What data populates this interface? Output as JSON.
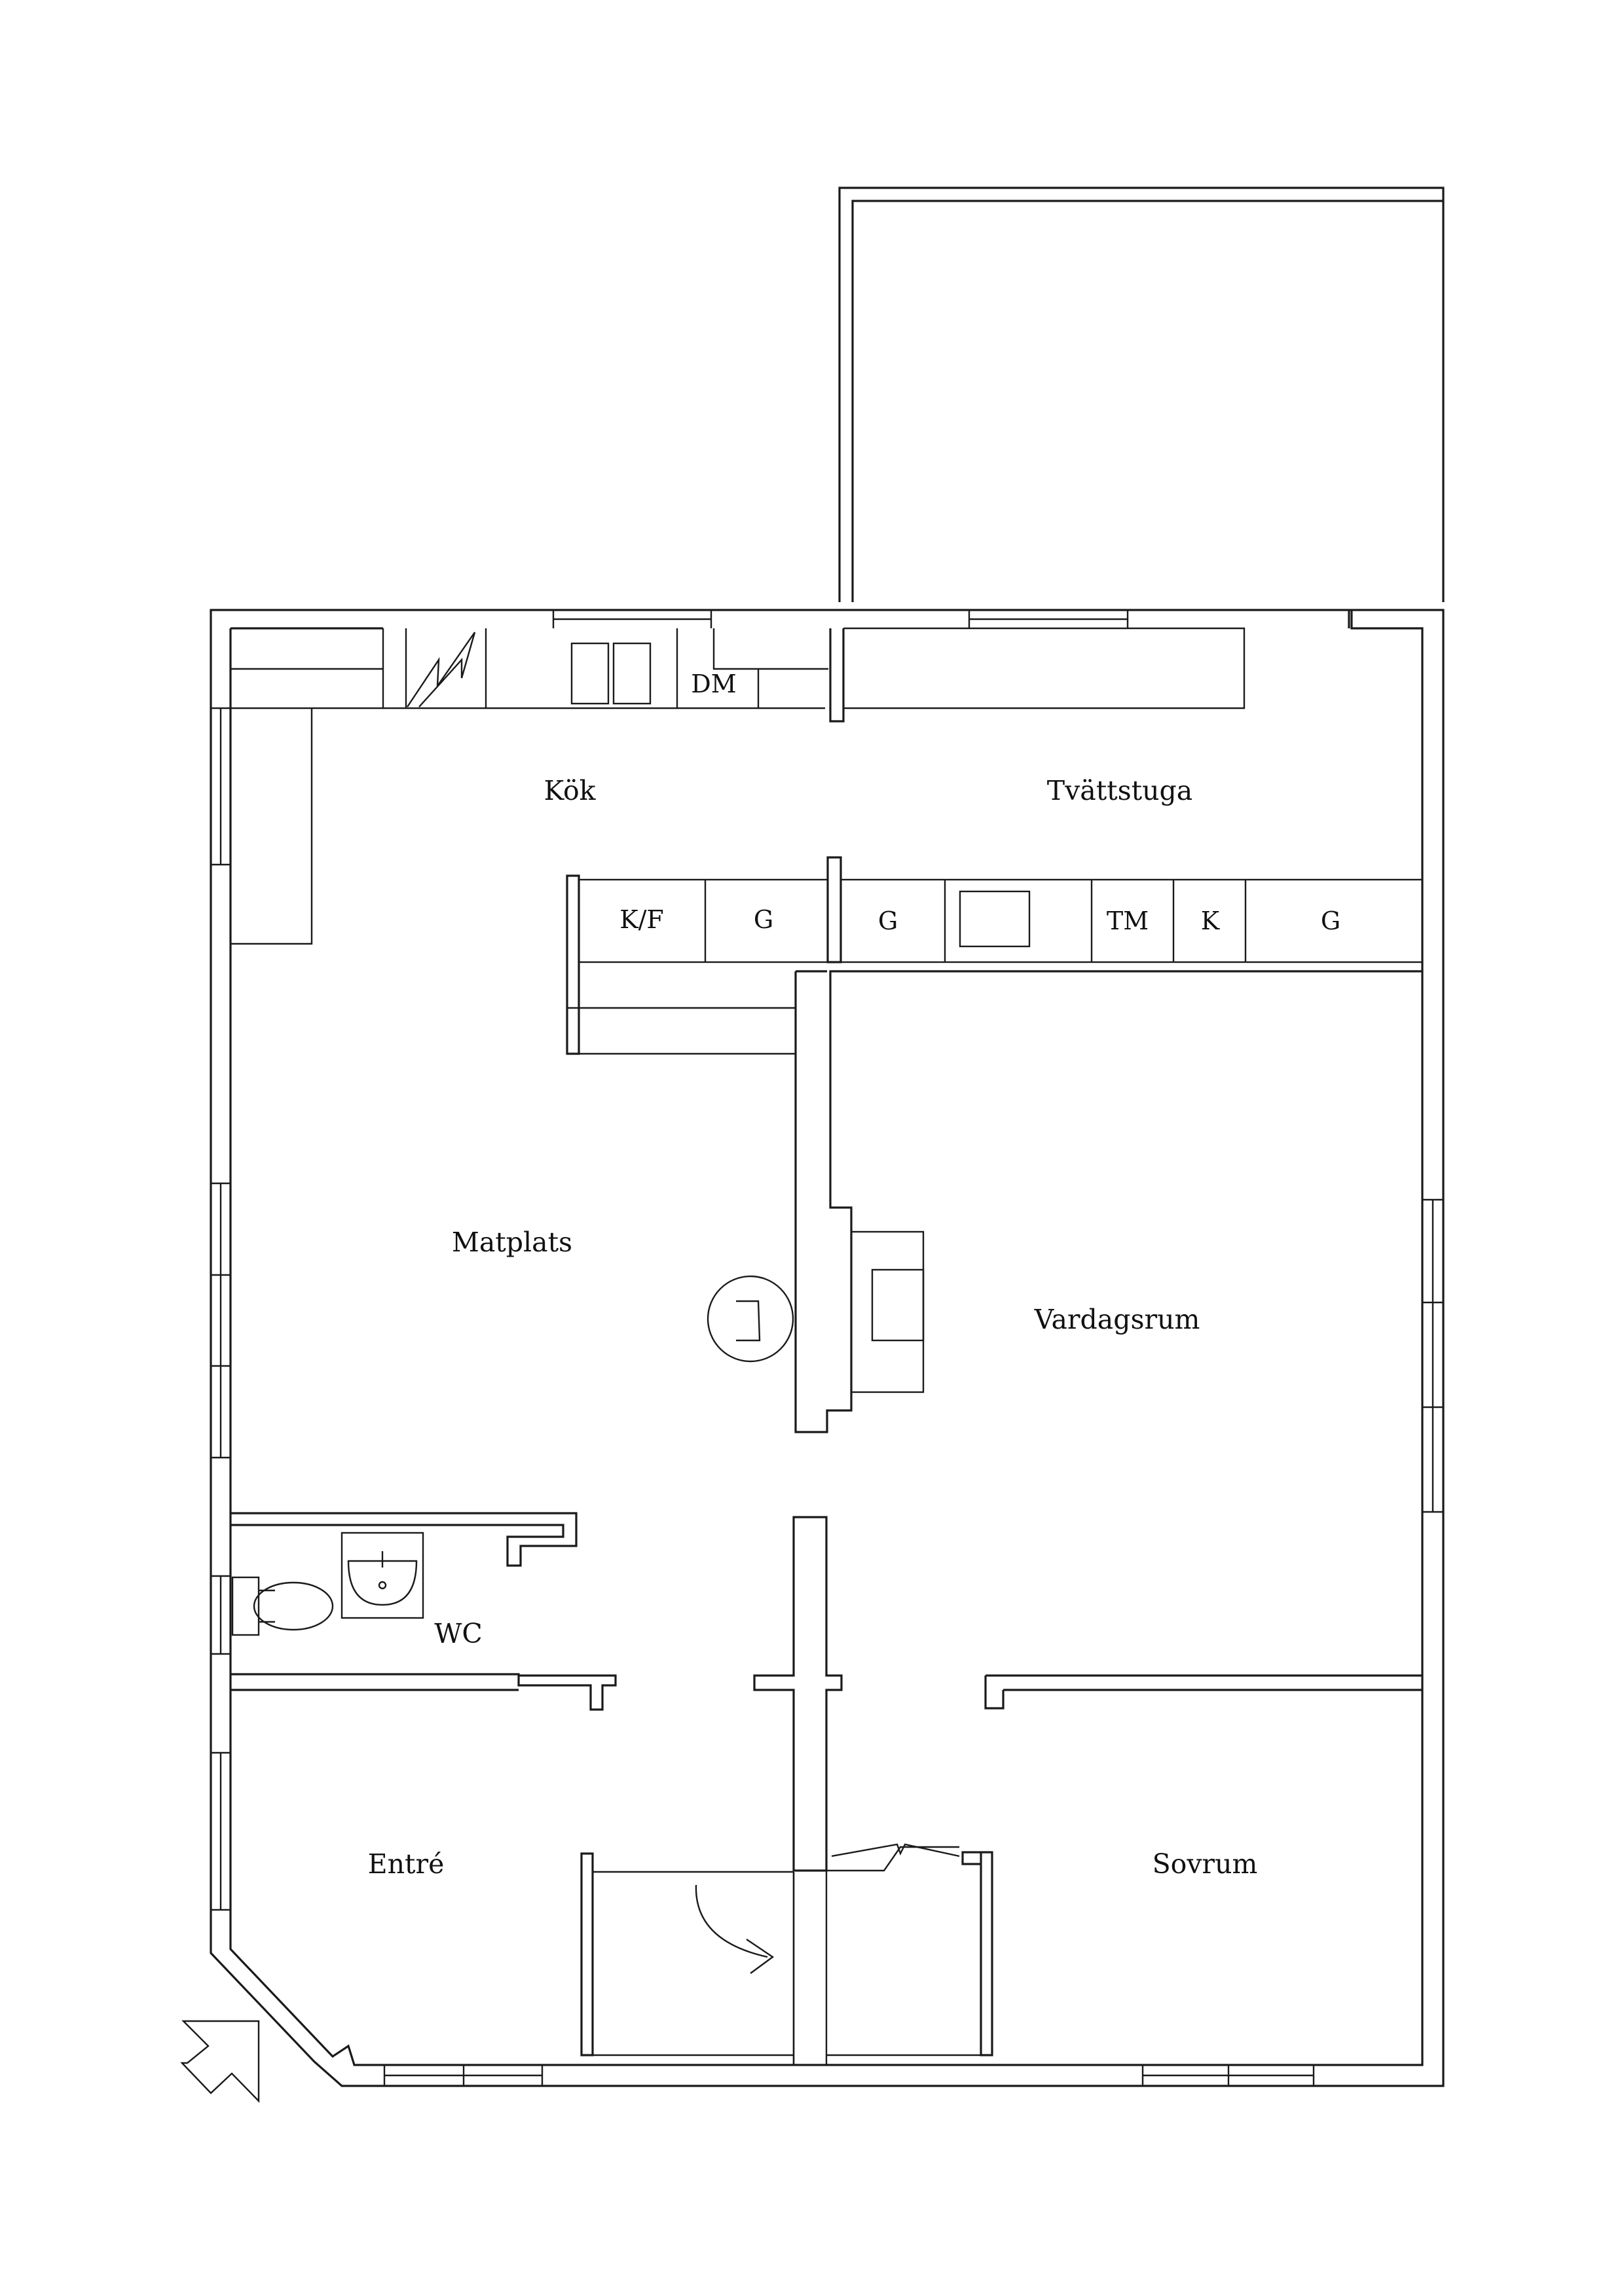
{
  "rooms": {
    "kok": "Kök",
    "tvattstuga": "Tvättstuga",
    "matplats": "Matplats",
    "vardagsrum": "Vardagsrum",
    "wc": "WC",
    "entre": "Entré",
    "sovrum": "Sovrum"
  },
  "fixtures": {
    "dm": "DM",
    "kf": "K/F",
    "g_kitchen": "G",
    "g_laundry_left": "G",
    "tm": "TM",
    "k": "K",
    "g_laundry_right": "G"
  },
  "colors": {
    "line": "#1a1a1a",
    "background": "#ffffff"
  }
}
